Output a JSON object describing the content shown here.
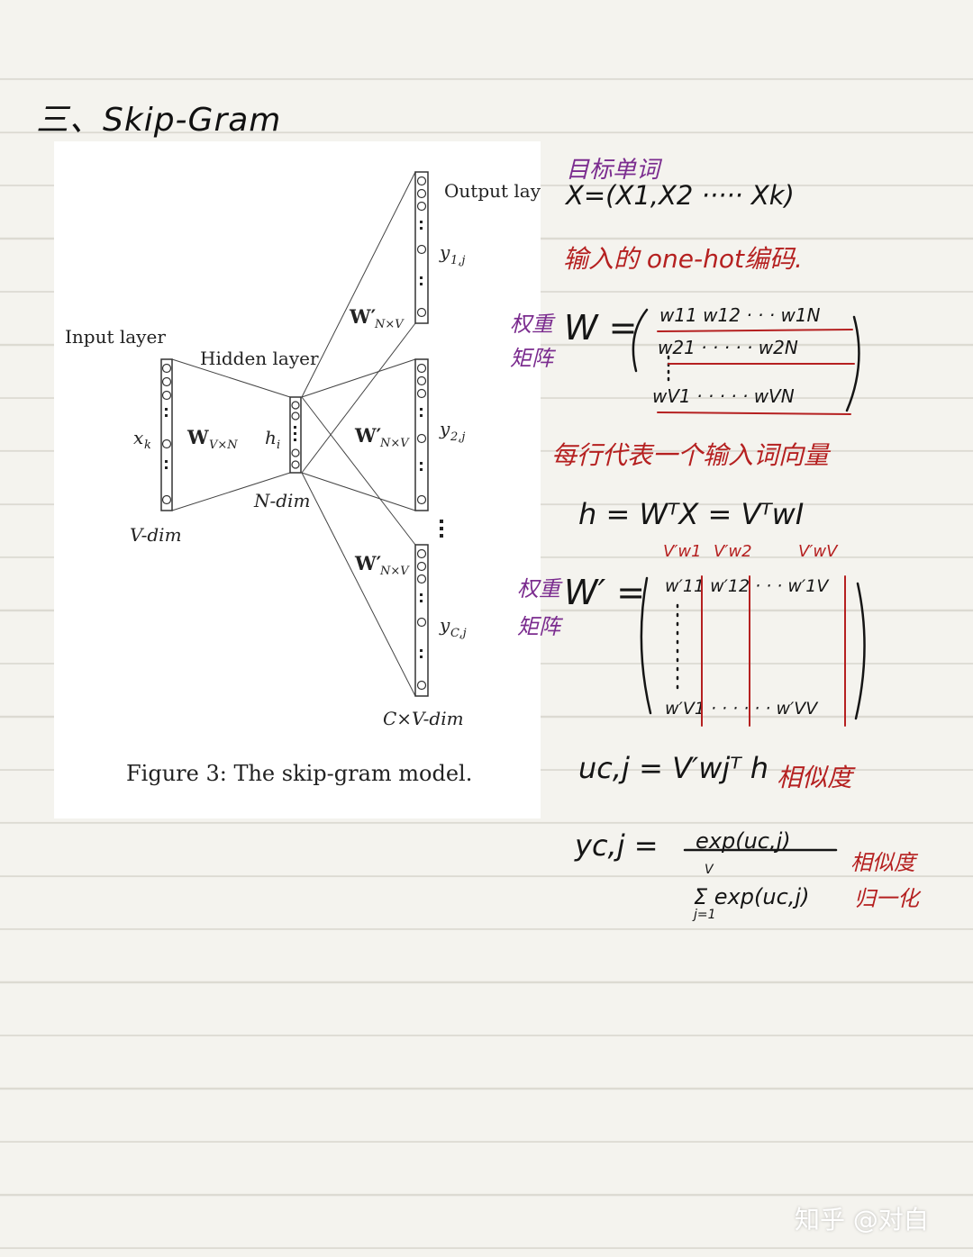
{
  "title": "三、Skip-Gram",
  "figure": {
    "input_layer": "Input layer",
    "hidden_layer": "Hidden layer",
    "output_layer": "Output layer",
    "x_k": "x",
    "x_k_sub": "k",
    "w_in": "W",
    "w_in_sub": "V×N",
    "h_i": "h",
    "h_i_sub": "i",
    "w_out": "W′",
    "w_out_sub": "N×V",
    "y1": "y",
    "y1_sub": "1,j",
    "y2": "y",
    "y2_sub": "2,j",
    "yc": "y",
    "yc_sub": "C,j",
    "v_dim": "V-dim",
    "n_dim": "N-dim",
    "cv_dim": "C×V-dim",
    "caption": "Figure 3:  The skip-gram model."
  },
  "notes": {
    "center_word_label": "目标单词",
    "x_eq": "X=(X1,X2 ····· Xk)",
    "onehot": "输入的 one-hot编码.",
    "w_matrix_label_1": "权重",
    "w_matrix_label_2": "矩阵",
    "w_eq": "W =",
    "w_row1": "w11   w12  · · ·  w1N",
    "w_row2": "w21  · · · · ·  w2N",
    "w_row3": "wV1  · · · · ·  wVN",
    "row_meaning": "每行代表一个输入词向量",
    "h_eq": "h = WᵀX  =  VᵀwI",
    "wp_matrix_label_1": "权重",
    "wp_matrix_label_2": "矩阵",
    "wp_eq": "W′ =",
    "wp_col_heads": [
      "V′w1",
      "V′w2",
      "V′wV"
    ],
    "wp_row1": "w′11   w′12  · · ·  w′1V",
    "wp_row3": "w′V1   · · · · · ·  w′VV",
    "u_eq": "uc,j =  V′wjᵀ h",
    "similarity": "相似度",
    "y_lhs": "yc,j =",
    "y_num": "exp(uc,j)",
    "y_den": "Σ exp(uc,j)",
    "y_sum_top": "V",
    "y_sum_bottom": "j=1",
    "normalized_1": "相似度",
    "normalized_2": "归一化"
  },
  "watermark": "知乎 @对白",
  "colors": {
    "paper": "#f4f3ee",
    "ink_black": "#151515",
    "ink_red": "#b52020",
    "ink_purple": "#7b2c8f"
  }
}
